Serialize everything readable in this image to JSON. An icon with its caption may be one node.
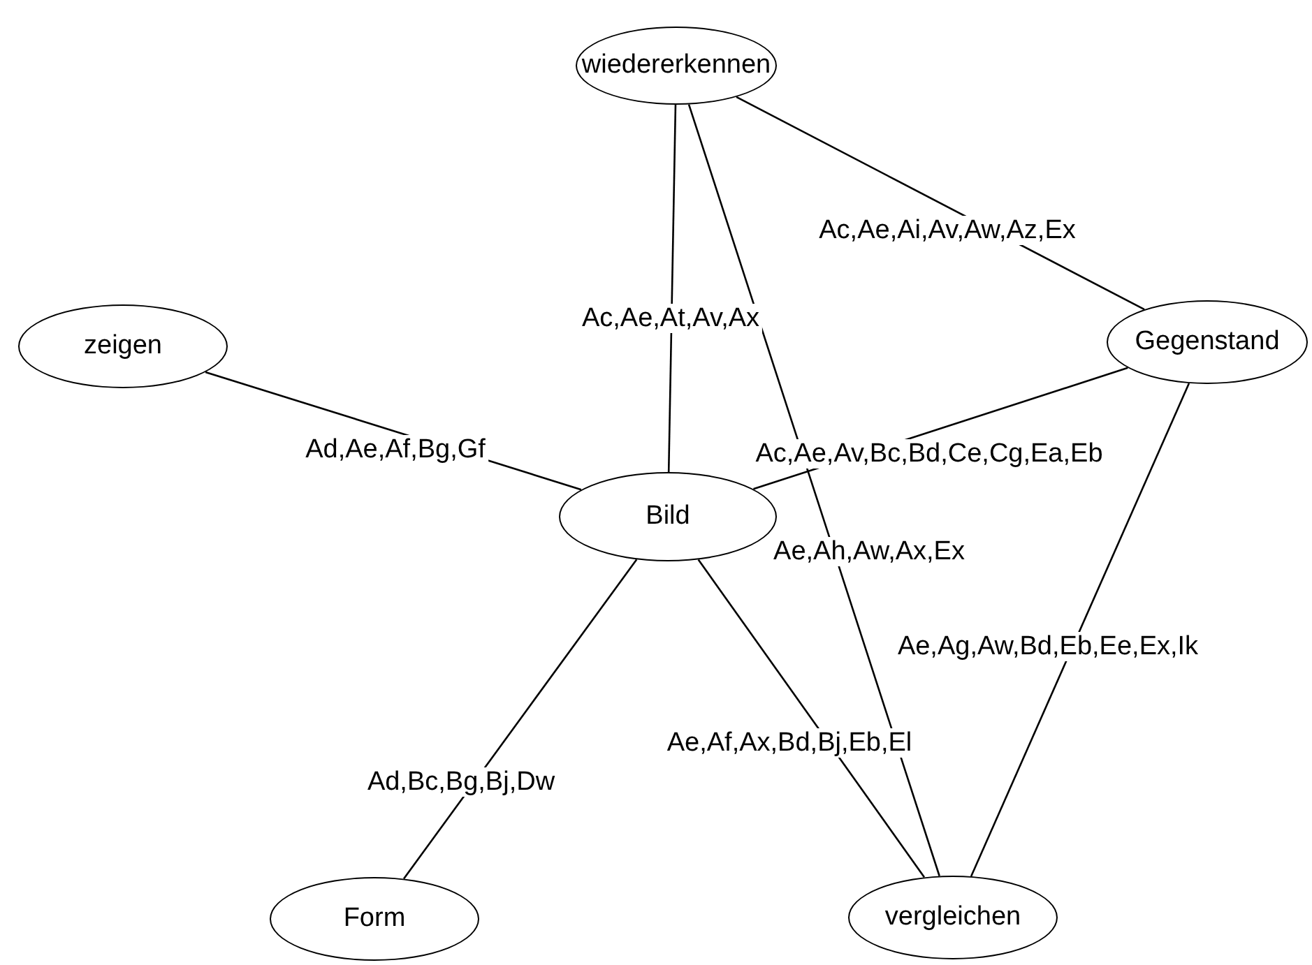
{
  "diagram": {
    "nodes": [
      {
        "text": [
          "wiedererkennen"
        ]
      },
      {
        "text": [
          "zeigen"
        ]
      },
      {
        "text": [
          "Gegenstand"
        ]
      },
      {
        "text": [
          "Bild"
        ]
      },
      {
        "text": [
          "Form"
        ]
      },
      {
        "text": [
          "vergleichen"
        ]
      }
    ],
    "edges": [
      {
        "from": 0,
        "to": 3,
        "arrow": "none",
        "label": "Ac,Ae,At,Av,Ax"
      },
      {
        "from": 0,
        "to": 2,
        "arrow": "none",
        "label": "Ac,Ae,Ai,Av,Aw,Az,Ex"
      },
      {
        "from": 0,
        "to": 5,
        "arrow": "none",
        "label": "Ae,Ah,Aw,Ax,Ex"
      },
      {
        "from": 1,
        "to": 3,
        "arrow": "none",
        "label": "Ad,Ae,Af,Bg,Gf"
      },
      {
        "from": 2,
        "to": 3,
        "arrow": "none",
        "label": "Ac,Ae,Av,Bc,Bd,Ce,Cg,Ea,Eb"
      },
      {
        "from": 2,
        "to": 5,
        "arrow": "none",
        "label": "Ae,Ag,Aw,Bd,Eb,Ee,Ex,Ik"
      },
      {
        "from": 3,
        "to": 4,
        "arrow": "none",
        "label": "Ad,Bc,Bg,Bj,Dw"
      },
      {
        "from": 3,
        "to": 5,
        "arrow": "none",
        "label": "Ae,Af,Ax,Bd,Bj,Eb,El"
      }
    ]
  }
}
